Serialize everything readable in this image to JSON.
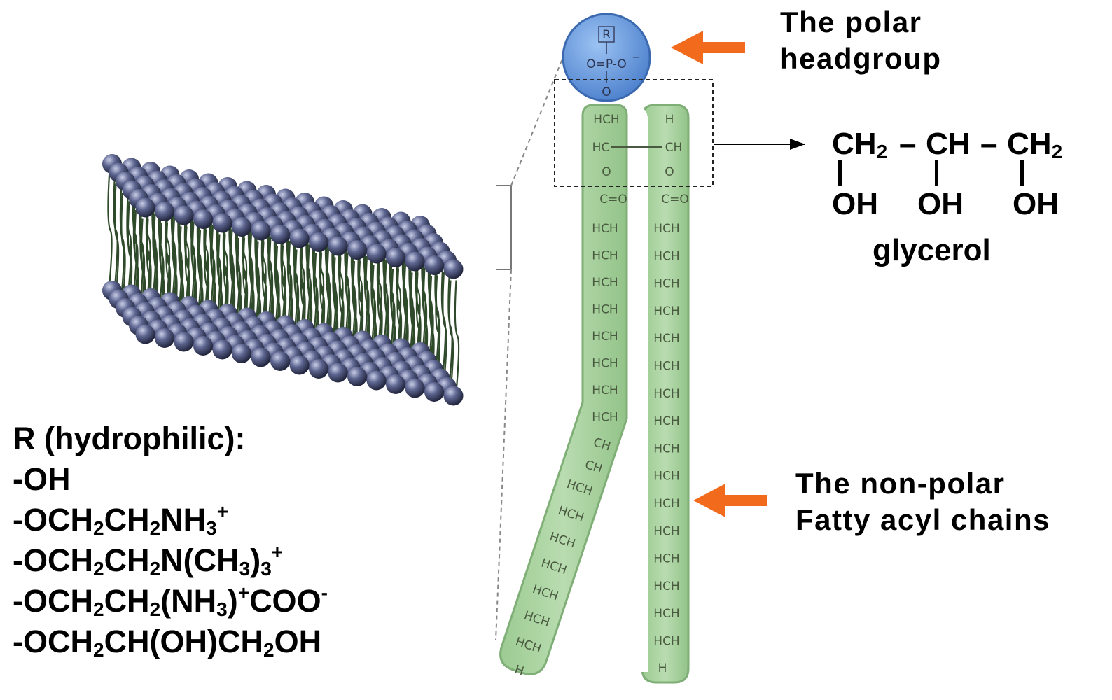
{
  "labels": {
    "polar_headgroup": [
      "The polar",
      "headgroup"
    ],
    "nonpolar_chains": [
      "The non-polar",
      "Fatty acyl chains"
    ],
    "glycerol": {
      "top_row": [
        "CH",
        "2",
        "–",
        "CH",
        "–",
        "CH",
        "2"
      ],
      "bottom_row": [
        "OH",
        "OH",
        "OH"
      ],
      "name": "glycerol"
    }
  },
  "r_groups": {
    "title": "R (hydrophilic):",
    "items": [
      [
        {
          "t": "-OH"
        }
      ],
      [
        {
          "t": "-OCH"
        },
        {
          "sub": "2"
        },
        {
          "t": "CH"
        },
        {
          "sub": "2"
        },
        {
          "t": "NH"
        },
        {
          "sub": "3"
        },
        {
          "sup": "+"
        }
      ],
      [
        {
          "t": "-OCH"
        },
        {
          "sub": "2"
        },
        {
          "t": "CH"
        },
        {
          "sub": "2"
        },
        {
          "t": "N(CH"
        },
        {
          "sub": "3"
        },
        {
          "t": ")"
        },
        {
          "sub": "3"
        },
        {
          "sup": "+"
        }
      ],
      [
        {
          "t": "-OCH"
        },
        {
          "sub": "2"
        },
        {
          "t": "CH"
        },
        {
          "sub": "2"
        },
        {
          "t": "(NH"
        },
        {
          "sub": "3"
        },
        {
          "t": ")"
        },
        {
          "sup": "+"
        },
        {
          "t": "COO"
        },
        {
          "sup": "-"
        }
      ],
      [
        {
          "t": "-OCH"
        },
        {
          "sub": "2"
        },
        {
          "t": "CH(OH)CH"
        },
        {
          "sub": "2"
        },
        {
          "t": "OH"
        }
      ]
    ]
  },
  "headgroup_formula": {
    "r": "R",
    "phosphate": "O=P-O",
    "phosphate_charge": "−",
    "ester_o": "O"
  },
  "glycerol_backbone": {
    "left_col": [
      "HCH",
      "HC",
      "O",
      "C=O"
    ],
    "right_col": [
      "H",
      "CH",
      "O",
      "C=O"
    ]
  },
  "chain_unit": "HCH",
  "chain_end": "H",
  "chain_kink": [
    "CH",
    "CH"
  ],
  "colors": {
    "arrow": "#f26a1b",
    "head_fill": "#5b8fd6",
    "tail_fill": "#a9d3a0",
    "tail_stroke": "#7fae76",
    "bilayer_head": "#3f4766",
    "bilayer_tail": "#2f4a2a"
  }
}
